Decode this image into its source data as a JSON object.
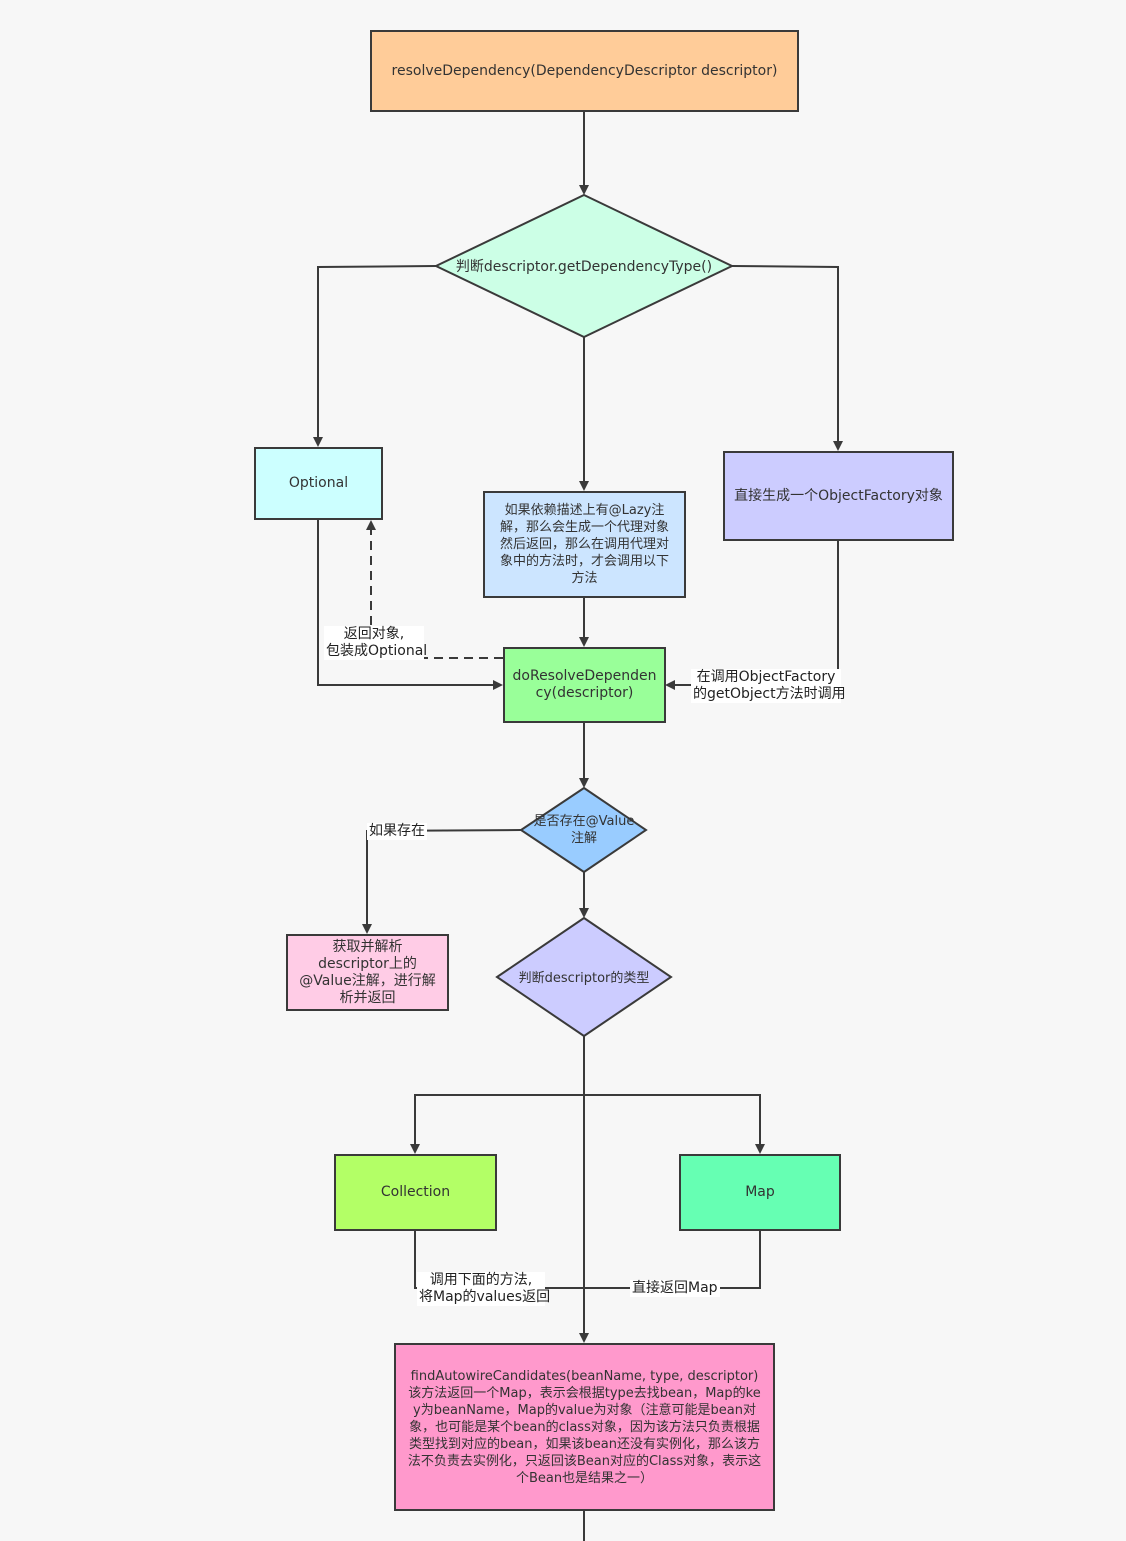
{
  "nodes": {
    "resolve": "resolveDependency(DependencyDescriptor descriptor)",
    "judge_type": "判断descriptor.getDependencyType()",
    "optional": "Optional",
    "lazy": "如果依赖描述上有@Lazy注解，那么会生成一个代理对象然后返回，那么在调用代理对象中的方法时，才会调用以下方法",
    "object_factory": "直接生成一个ObjectFactory对象",
    "do_resolve": "doResolveDependency(descriptor)",
    "value_exists": "是否存在@Value注解",
    "value_parse": "获取并解析descriptor上的@Value注解，进行解析并返回",
    "judge_descriptor_type": "判断descriptor的类型",
    "collection": "Collection",
    "map": "Map",
    "find_candidates": "findAutowireCandidates(beanName, type, descriptor)该方法返回一个Map，表示会根据type去找bean，Map的key为beanName，Map的value为对象（注意可能是bean对象，也可能是某个bean的class对象，因为该方法只负责根据类型找到对应的bean，如果该bean还没有实例化，那么该方法不负责去实例化，只返回该Bean对应的Class对象，表示这个Bean也是结果之一）"
  },
  "edge_labels": {
    "return_optional_1": "返回对象,",
    "return_optional_2": "包装成Optional",
    "object_factory_call_1": "在调用ObjectFactory",
    "object_factory_call_2": "的getObject方法时调用",
    "if_exists": "如果存在",
    "collection_call_1": "调用下面的方法,",
    "collection_call_2": "将Map的values返回",
    "map_return": "直接返回Map"
  },
  "colors": {
    "resolve": "#ffcc99",
    "judge_type": "#ccffe6",
    "optional": "#ccffff",
    "lazy": "#cce5ff",
    "object_factory": "#ccccff",
    "do_resolve": "#99ff99",
    "value_exists": "#99ccff",
    "value_parse": "#ffcce6",
    "judge_descriptor_type": "#ccccff",
    "collection": "#b3ff66",
    "map": "#66ffb3",
    "find_candidates": "#ff99cc",
    "stroke": "#3a3a3a"
  }
}
